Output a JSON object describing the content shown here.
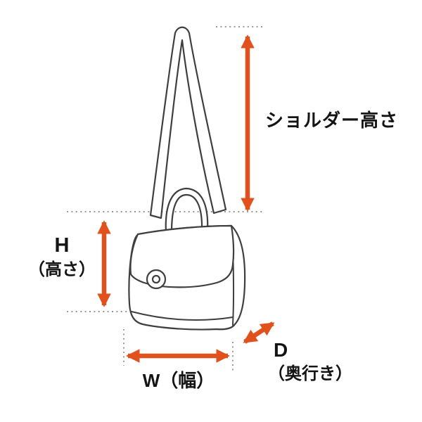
{
  "labels": {
    "shoulder_height": "ショルダー高さ",
    "height": "H",
    "height_caption": "（高さ）",
    "width": "W（幅）",
    "depth": "D",
    "depth_caption": "（奥行き）"
  },
  "colors": {
    "background": "#ffffff",
    "arrow": "#e0511d",
    "line_art": "#3f3f3f",
    "dotted_line": "#9a9a9a",
    "text": "#141414"
  },
  "illustration": {
    "parts": [
      "shoulder-strap",
      "top-handle",
      "bag-body",
      "front-flap",
      "clasp-button"
    ],
    "arrows": [
      "shoulder-height-arrow",
      "height-arrow",
      "width-arrow",
      "depth-arrow"
    ]
  }
}
